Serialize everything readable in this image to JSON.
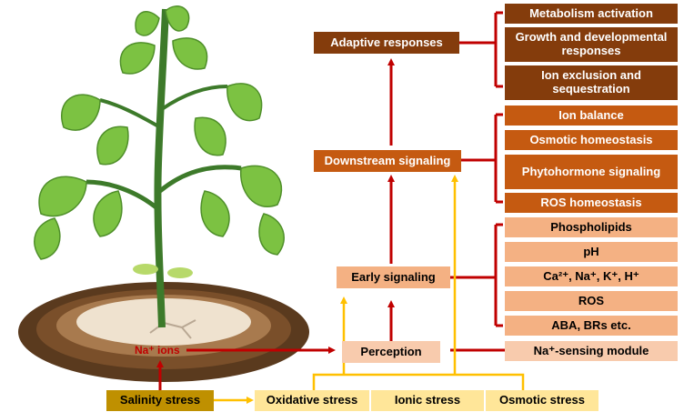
{
  "stages": {
    "adaptive": "Adaptive responses",
    "downstream": "Downstream signaling",
    "early": "Early signaling",
    "perception": "Perception"
  },
  "adaptive_items": [
    "Metabolism activation",
    "Growth and developmental responses",
    "Ion exclusion and sequestration"
  ],
  "downstream_items": [
    "Ion balance",
    "Osmotic homeostasis",
    "Phytohormone signaling",
    "ROS homeostasis"
  ],
  "early_items": [
    "Phospholipids",
    "pH",
    "Ca²⁺, Na⁺, K⁺, H⁺",
    "ROS",
    "ABA, BRs etc."
  ],
  "perception_item": "Na⁺-sensing module",
  "bottom": {
    "salinity": "Salinity stress",
    "oxidative": "Oxidative stress",
    "ionic": "Ionic stress",
    "osmotic": "Osmotic stress"
  },
  "na_ions": "Na⁺ ions",
  "colors": {
    "dark_brown": "#843c0c",
    "orange": "#c55a11",
    "light_orange": "#f4b183",
    "pale_orange": "#f8cbad",
    "yellow": "#ffe699",
    "gold": "#bf9000",
    "red_arrow": "#c00000",
    "yellow_arrow": "#ffc000"
  }
}
